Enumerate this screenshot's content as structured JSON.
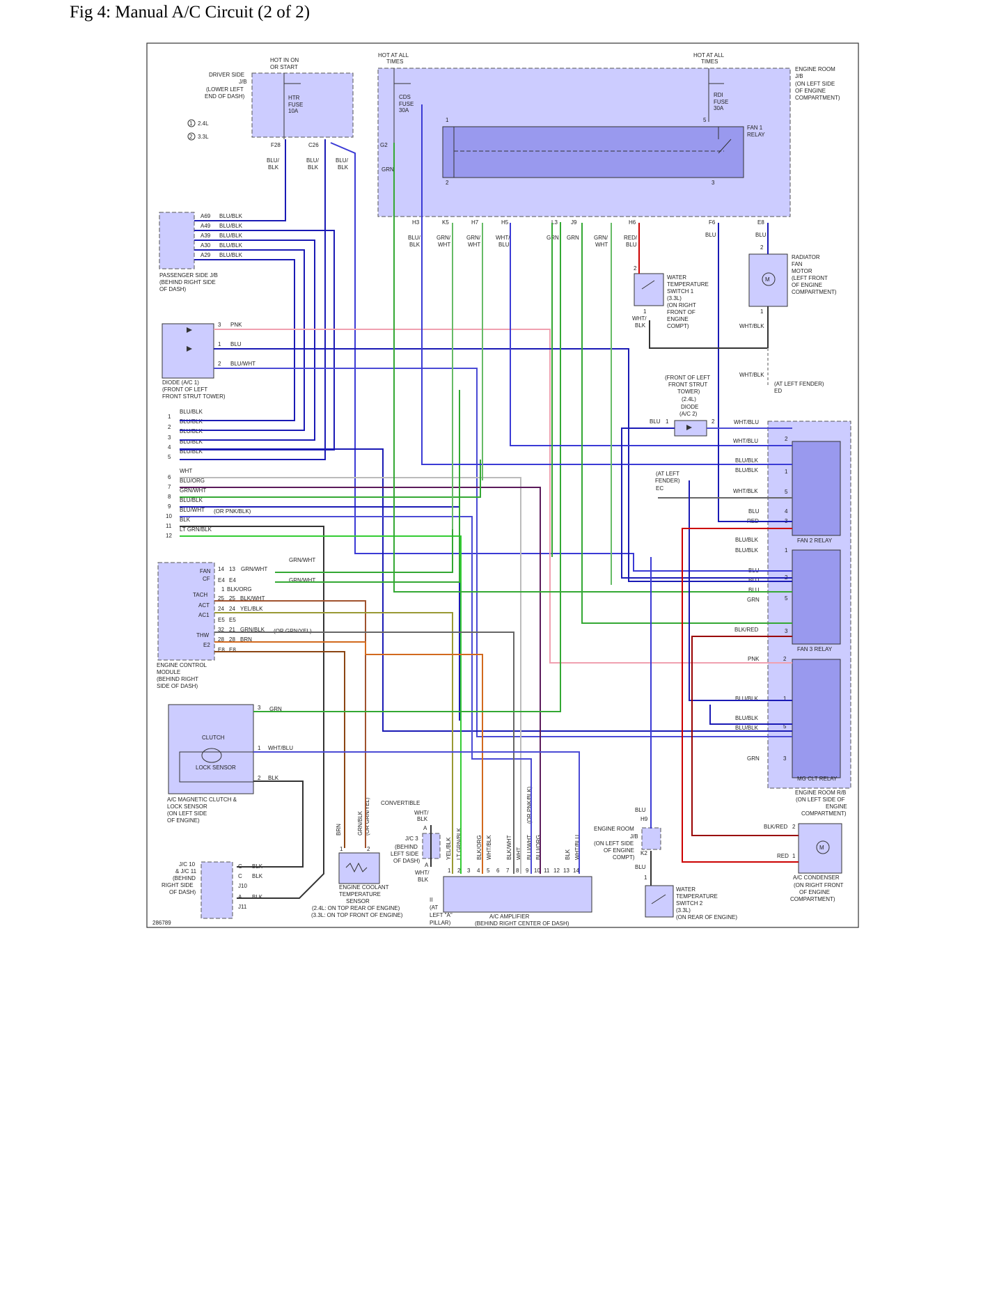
{
  "title": "Fig 4: Manual A/C Circuit (2 of 2)",
  "figure_id": "286789",
  "colors": {
    "blue": "#1a1ab5",
    "dark_blue": "#000080",
    "green": "#33a833",
    "light_green": "#33cc33",
    "gray": "#888888",
    "brown": "#a0522d",
    "pink": "#f0a0b0",
    "red": "#cc0000",
    "orange": "#d2691e",
    "olive": "#999933",
    "black": "#222222",
    "box_fill": "#ccccff",
    "relay_fill": "#9999ee"
  },
  "components": {
    "driver_jb": {
      "label": "DRIVER SIDE J/B (LOWER LEFT END OF DASH)",
      "power": "HOT IN ON OR START",
      "fuse": "HTR FUSE 10A",
      "pins": [
        "F28",
        "C26"
      ]
    },
    "cds_fuse": {
      "power": "HOT AT ALL TIMES",
      "fuse": "CDS FUSE 30A",
      "pin": "G2"
    },
    "rdi_fuse": {
      "power": "HOT AT ALL TIMES",
      "fuse": "RDI FUSE 30A"
    },
    "engine_room_jb": {
      "label": "ENGINE ROOM J/B (ON LEFT SIDE OF ENGINE COMPARTMENT)",
      "pins": [
        "H3",
        "K5",
        "H7",
        "H5",
        "L3",
        "J9",
        "H6",
        "F6",
        "E8"
      ]
    },
    "fan1_relay": {
      "label": "FAN 1 RELAY",
      "pins": [
        "1",
        "2",
        "3",
        "5"
      ]
    },
    "engine_legend": [
      "2.4L",
      "3.3L"
    ],
    "passenger_jb": {
      "label": "PASSENGER SIDE J/B (BEHIND RIGHT SIDE OF DASH)",
      "pins": [
        "A69",
        "A49",
        "A39",
        "A30",
        "A29"
      ],
      "wires": [
        "BLU/BLK",
        "BLU/BLK",
        "BLU/BLK",
        "BLU/BLK",
        "BLU/BLK"
      ]
    },
    "diode_ac1": {
      "label": "DIODE (A/C 1) (FRONT OF LEFT FRONT STRUT TOWER)",
      "pins": [
        "3",
        "1",
        "2"
      ],
      "wires": [
        "PNK",
        "BLU",
        "BLU/WHT"
      ]
    },
    "connector_rows": [
      {
        "pin": "1",
        "wire": "BLU/BLK"
      },
      {
        "pin": "2",
        "wire": "BLU/BLK"
      },
      {
        "pin": "3",
        "wire": "BLU/BLK"
      },
      {
        "pin": "4",
        "wire": "BLU/BLK"
      },
      {
        "pin": "5",
        "wire": "BLU/BLK"
      },
      {
        "pin": "6",
        "wire": "WHT"
      },
      {
        "pin": "7",
        "wire": "BLU/ORG"
      },
      {
        "pin": "8",
        "wire": "GRN/WHT"
      },
      {
        "pin": "9",
        "wire": "BLU/BLK"
      },
      {
        "pin": "10",
        "wire": "BLU/WHT"
      },
      {
        "pin": "11",
        "wire": "BLK"
      },
      {
        "pin": "12",
        "wire": "LT GRN/BLK"
      }
    ],
    "connector_note": "(OR PNK/BLK)",
    "ecm": {
      "label": "ENGINE CONTROL MODULE (BEHIND RIGHT SIDE OF DASH)",
      "rows": [
        {
          "sig": "FAN",
          "pin": "14 13",
          "wire": "GRN/WHT"
        },
        {
          "sig": "CF",
          "pin": "E4 E4",
          "wire": "GRN/WHT"
        },
        {
          "sig": "",
          "pin": "1",
          "wire": "BLK/ORG"
        },
        {
          "sig": "TACH",
          "pin": "25 25",
          "wire": "BLK/WHT"
        },
        {
          "sig": "ACT",
          "pin": "24 24",
          "wire": "YEL/BLK"
        },
        {
          "sig": "AC1",
          "pin": "E5 E5",
          "wire": ""
        },
        {
          "sig": "THW",
          "pin": "32 21",
          "wire": "GRN/BLK"
        },
        {
          "sig": "E2",
          "pin": "28 28",
          "wire": "BRN"
        },
        {
          "sig": "",
          "pin": "E8 E8",
          "wire": ""
        }
      ],
      "note": "(OR GRN/YEL)"
    },
    "clutch": {
      "label": "A/C MAGNETIC CLUTCH & LOCK SENSOR (ON LEFT SIDE OF ENGINE)",
      "clutch": "CLUTCH",
      "sensor": "LOCK SENSOR",
      "pins": [
        "3",
        "1",
        "2"
      ],
      "wires": [
        "GRN",
        "WHT/BLU",
        "BLK"
      ]
    },
    "jc10": {
      "label": "J/C 10 & J/C 11 (BEHIND RIGHT SIDE OF DASH)",
      "pins": [
        "C",
        "C",
        "J10",
        "A",
        "J11"
      ],
      "wires": [
        "BLK",
        "BLK",
        "BLK"
      ]
    },
    "ect_sensor": {
      "label": "ENGINE COOLANT TEMPERATURE SENSOR",
      "note1": "(2.4L: ON TOP REAR OF ENGINE)",
      "note2": "(3.3L: ON TOP FRONT OF ENGINE)",
      "wires": [
        "BRN",
        "GRN/BLK (OR GRN/YEL)"
      ]
    },
    "jc3": {
      "label": "J/C 3 (BEHIND LEFT SIDE OF DASH)",
      "convertible": "CONVERTIBLE",
      "wires": [
        "WHT/BLK",
        "WHT/BLK"
      ],
      "ground": "II (AT LEFT \"A\" PILLAR)"
    },
    "ac_amp": {
      "label": "A/C AMPLIFIER (BEHIND RIGHT CENTER OF DASH)",
      "pins": [
        "1",
        "2",
        "3",
        "4",
        "5",
        "6",
        "7",
        "8",
        "9",
        "10",
        "11",
        "12",
        "13",
        "14"
      ],
      "wires": [
        "YEL/BLK",
        "LT GRN/BLK",
        "BLK/ORG",
        "WHT/BLK",
        "BLK/WHT",
        "WHT",
        "BLU/WHT",
        "BLU/ORG",
        "BLK",
        "WHT/BLU"
      ],
      "note": "(OR PNK/BLK)"
    },
    "water_sw1": {
      "label": "WATER TEMPERATURE SWITCH 1 (3.3L) (ON RIGHT FRONT OF ENGINE COMPT)",
      "pins": [
        "2",
        "1"
      ],
      "wire": "WHT/BLK"
    },
    "radiator_motor": {
      "label": "RADIATOR FAN MOTOR (LEFT FRONT OF ENGINE COMPARTMENT)",
      "pins": [
        "2",
        "1"
      ],
      "wires": [
        "BLU",
        "WHT/BLK"
      ]
    },
    "ground_ed": {
      "label": "(AT LEFT FENDER) ED",
      "wire": "WHT/BLK"
    },
    "diode_ac2": {
      "label": "(FRONT OF LEFT FRONT STRUT TOWER) (2.4L) DIODE (A/C 2)",
      "pins": [
        "1",
        "2"
      ],
      "wires": [
        "BLU",
        "WHT/BLU"
      ]
    },
    "ground_ec": {
      "label": "(AT LEFT FENDER) EC"
    },
    "fan2_relay": {
      "label": "FAN 2 RELAY",
      "wires": [
        "WHT/BLU",
        "BLU/BLK",
        "BLU/BLK",
        "WHT/BLK",
        "BLU",
        "RED"
      ]
    },
    "fan3_relay": {
      "label": "FAN 3 RELAY",
      "wires": [
        "BLU/BLK",
        "BLU/BLK",
        "BLU",
        "BLU",
        "BLU",
        "GRN",
        "BLK/RED"
      ]
    },
    "mgclt_relay": {
      "label": "MG CLT RELAY",
      "wires": [
        "PNK",
        "BLU/BLK",
        "BLU/BLK",
        "BLU/BLK",
        "GRN"
      ]
    },
    "engine_room_rb": {
      "label": "ENGINE ROOM R/B (ON LEFT SIDE OF ENGINE)"
    },
    "engine_room_jb2": {
      "label": "ENGINE ROOM J/B (ON LEFT SIDE OF ENGINE COMPT)",
      "pins": [
        "H9",
        "K2"
      ],
      "wires": [
        "BLU",
        "BLU"
      ]
    },
    "water_sw2": {
      "label": "WATER TEMPERATURE SWITCH 2 (3.3L) (ON REAR OF ENGINE)"
    },
    "ac_condenser": {
      "label": "A/C CONDENSER (ON RIGHT FRONT OF ENGINE COMPARTMENT)",
      "wires": [
        "BLK/RED",
        "RED"
      ],
      "pins": [
        "2",
        "1"
      ]
    }
  }
}
